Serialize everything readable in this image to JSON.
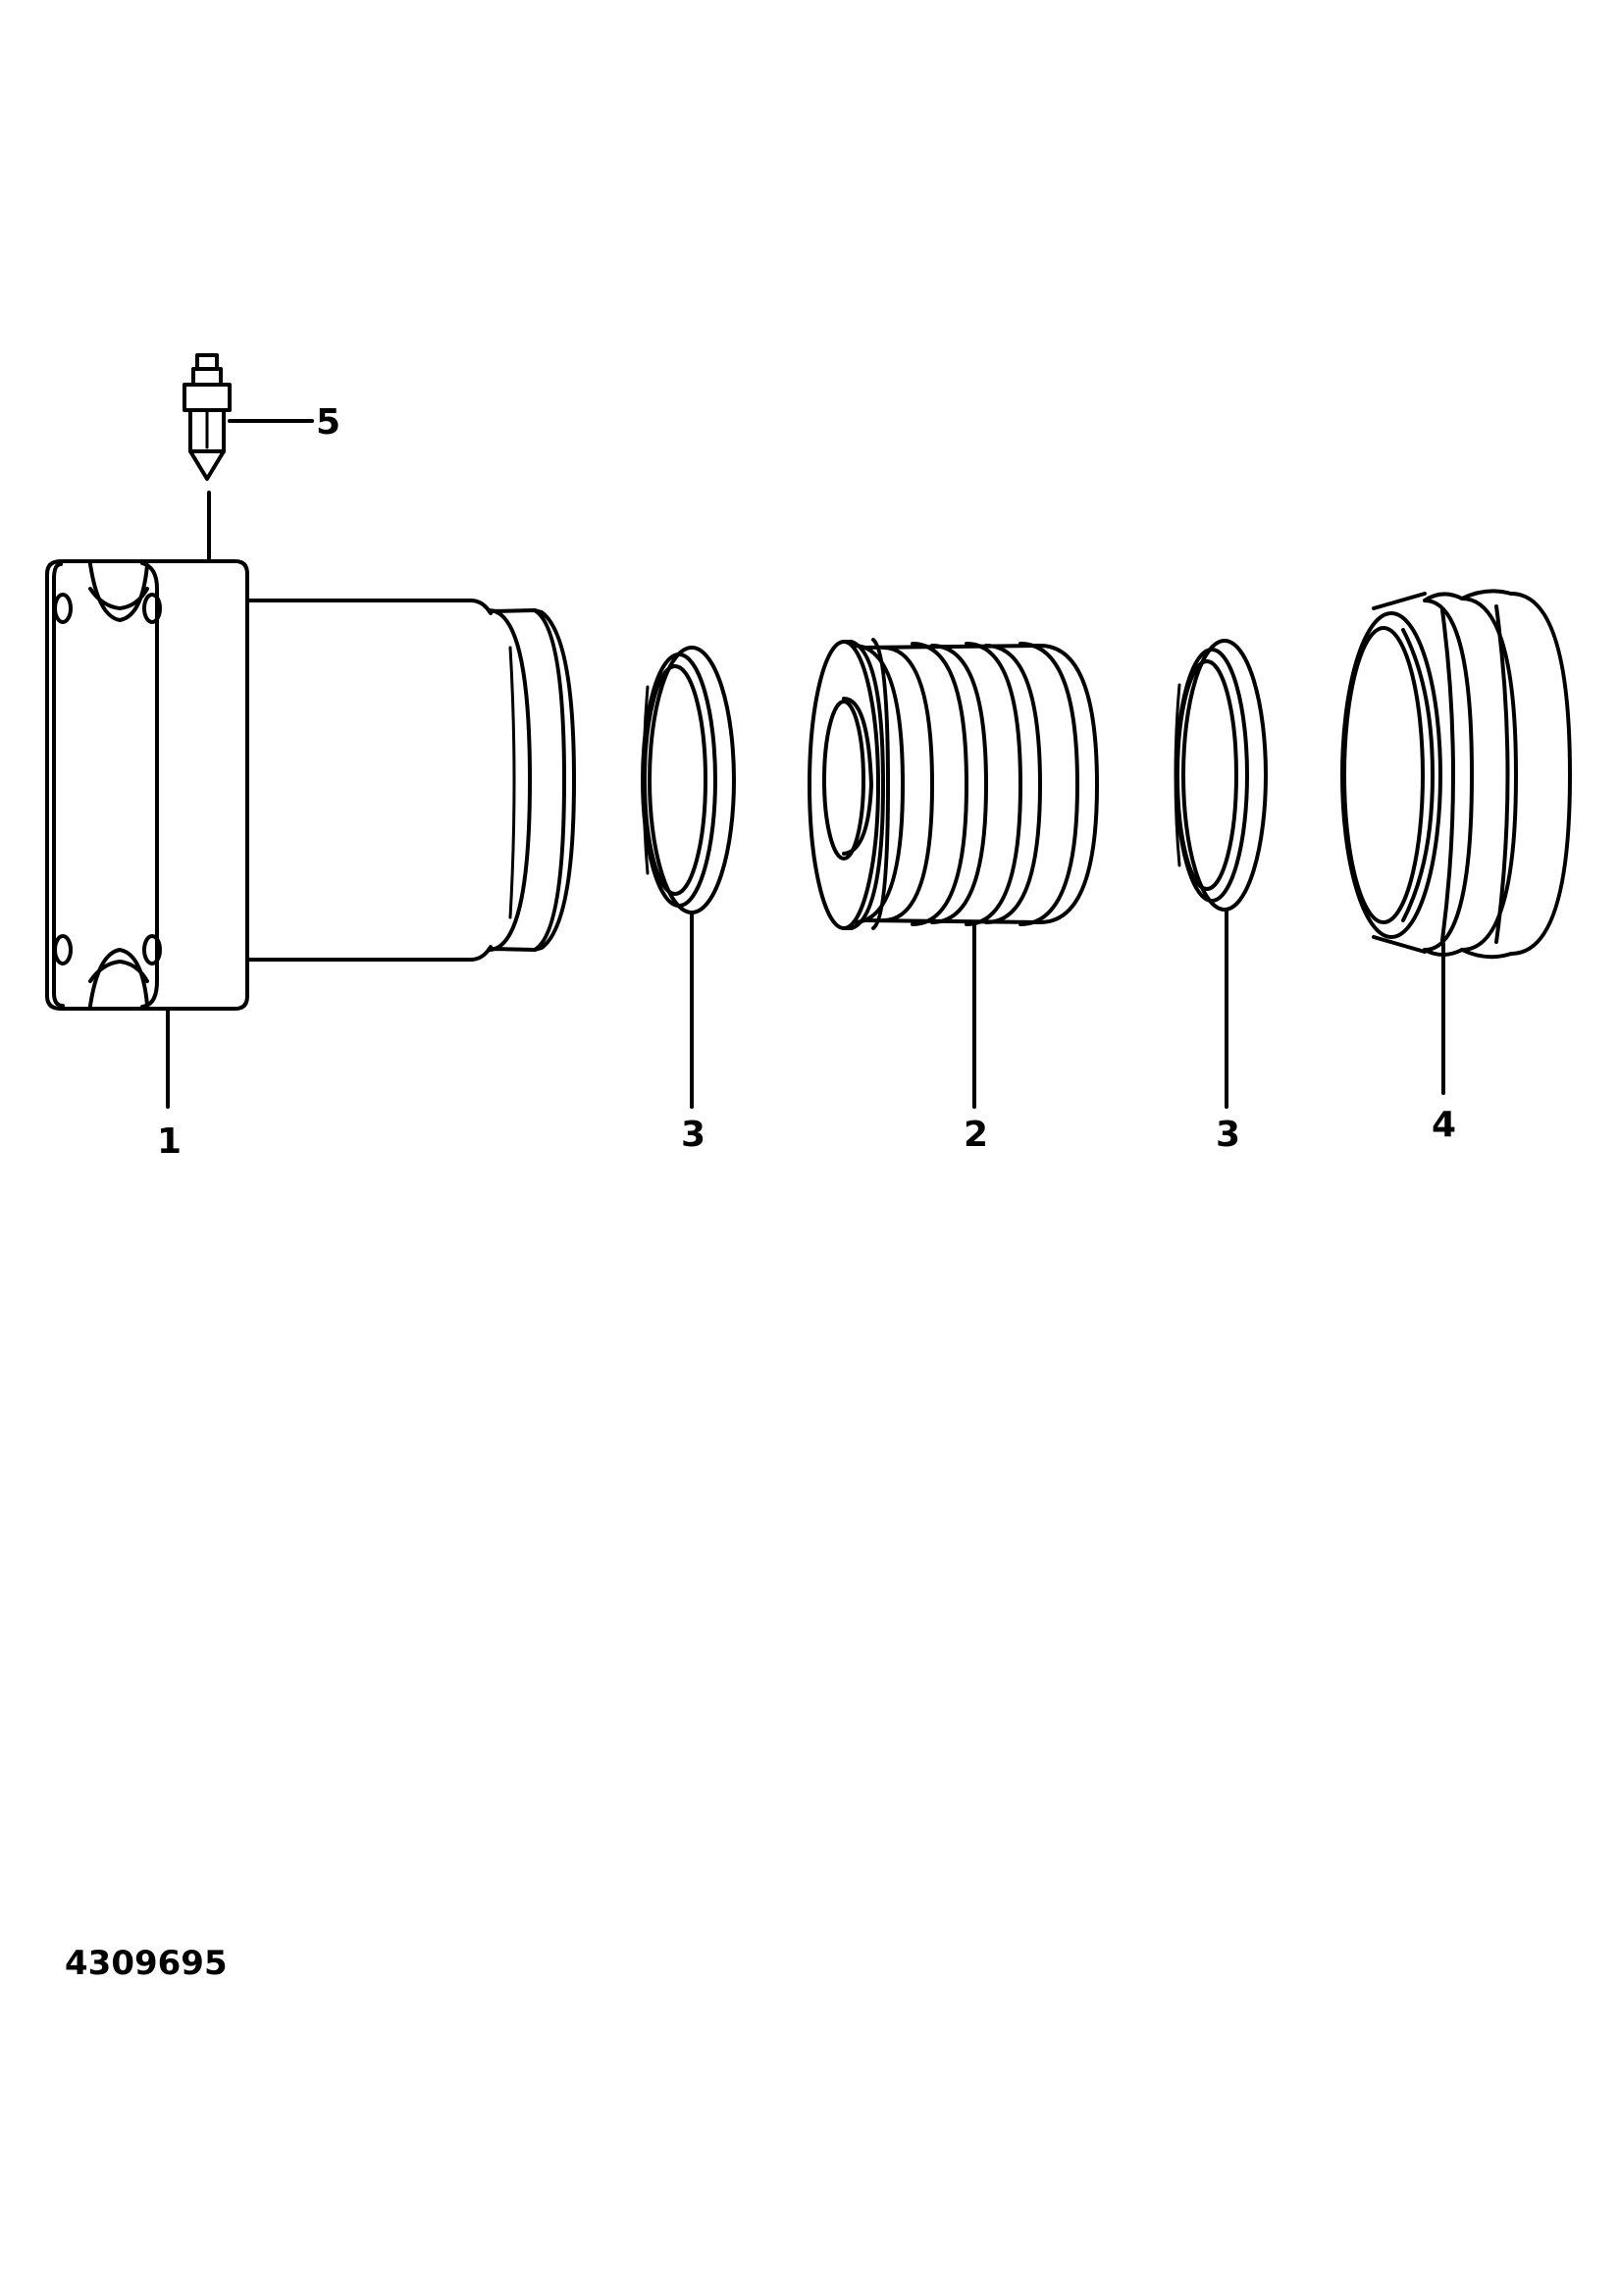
{
  "figure_number": "4309695",
  "callouts": [
    {
      "part": "housing",
      "label": "1"
    },
    {
      "part": "piston",
      "label": "2"
    },
    {
      "part": "seal-left",
      "label": "3"
    },
    {
      "part": "seal-right",
      "label": "3"
    },
    {
      "part": "boot",
      "label": "4"
    },
    {
      "part": "bleed-screw",
      "label": "5"
    }
  ],
  "colors": {
    "line": "#000000",
    "background": "#ffffff"
  }
}
